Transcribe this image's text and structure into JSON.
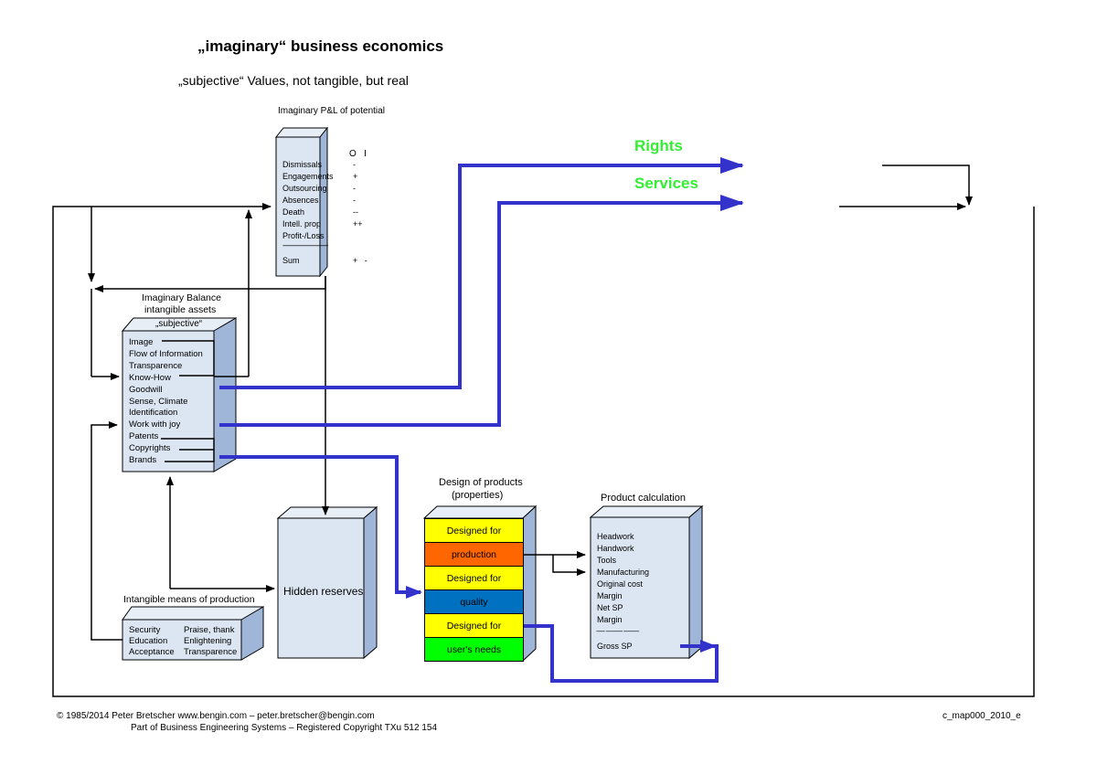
{
  "title": "„imaginary“ business economics",
  "subtitle": "„subjective“ Values, not tangible, but real",
  "pl_box": {
    "caption": "Imaginary P&L of potential",
    "header": "O   I",
    "rows": [
      {
        "label": "Dismissals",
        "value": "-"
      },
      {
        "label": "Engagements",
        "value": "+"
      },
      {
        "label": "Outsourcing",
        "value": "-"
      },
      {
        "label": "Absences",
        "value": "-"
      },
      {
        "label": "Death",
        "value": "--"
      },
      {
        "label": "Intell. prop",
        "value": "++"
      },
      {
        "label": "Profit-/Loss",
        "value": ""
      }
    ],
    "separator": "------------------------------------",
    "sum_label": "Sum",
    "sum_value": "+   -"
  },
  "balance_box": {
    "caption_line1": "Imaginary Balance",
    "caption_line2": "intangible assets",
    "header": "„subjective“",
    "items": [
      "Image",
      "Flow of Information",
      "Transparence",
      "Know-How",
      "Goodwill",
      "Sense, Climate",
      "Identification",
      "Work with joy",
      "Patents",
      "Copyrights",
      "Brands"
    ]
  },
  "means_box": {
    "caption": "Intangible means of production",
    "col1": [
      "Security",
      "Education",
      "Acceptance"
    ],
    "col2": [
      "Praise, thank",
      "Enlightening",
      "Transparence"
    ]
  },
  "hidden_reserves": {
    "label": "Hidden reserves"
  },
  "design_box": {
    "caption_line1": "Design of products",
    "caption_line2": "(properties)",
    "cells": [
      {
        "label": "Designed for",
        "color": "#ffff00"
      },
      {
        "label": "production",
        "color": "#ff6600"
      },
      {
        "label": "Designed for",
        "color": "#ffff00"
      },
      {
        "label": "quality",
        "color": "#0070c0"
      },
      {
        "label": "Designed for",
        "color": "#ffff00"
      },
      {
        "label": "user's needs",
        "color": "#00ff00"
      }
    ]
  },
  "calc_box": {
    "caption": "Product calculation",
    "rows": [
      "Headwork",
      "Handwork",
      "Tools",
      "Manufacturing",
      "Original cost",
      "Margin",
      "Net SP",
      "Margin"
    ],
    "separator": "------ ------------ -----------",
    "gross": "Gross SP"
  },
  "flows": {
    "rights": "Rights",
    "services": "Services",
    "label_color": "#33ee33",
    "arrow_color": "#3333cc"
  },
  "footer": {
    "line1": "© 1985/2014   Peter Bretscher www.bengin.com – peter.bretscher@bengin.com",
    "line2": "Part of Business Engineering Systems – Registered Copyright TXu 512 154",
    "code": "c_map000_2010_e"
  },
  "colors": {
    "box_front": "#dce6f2",
    "box_side": "#9fb6d8",
    "box_edge": "#000000"
  }
}
